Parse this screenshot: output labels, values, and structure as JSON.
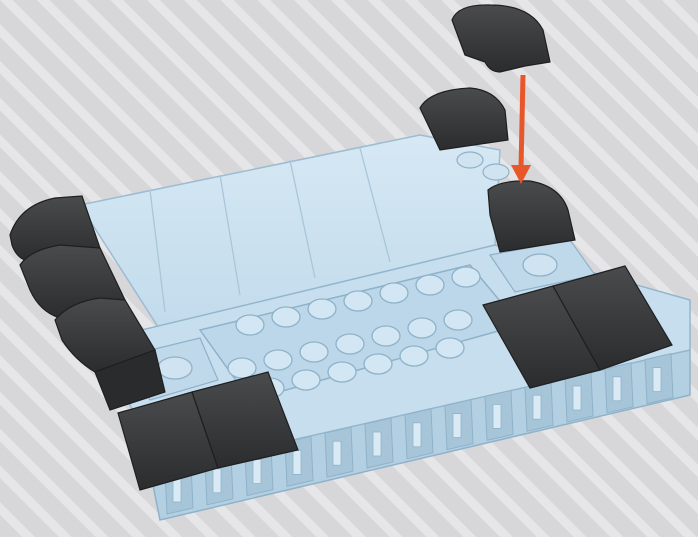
{
  "scene": {
    "background_color": "#d7d7d9",
    "stripe_color": "#e6e6e8",
    "base_color": "#c4dcec",
    "base_shade_color": "#a9c6da",
    "base_edge_color": "#8fb2c9",
    "tile_color": "#333436",
    "tile_highlight_color": "#4a4b4d",
    "arrow_color": "#e8572a",
    "stud_rows": 3,
    "stud_columns": 7,
    "pieces": [
      {
        "name": "falling-curved-slope-piece"
      },
      {
        "name": "placed-curved-slope-piece"
      }
    ]
  }
}
